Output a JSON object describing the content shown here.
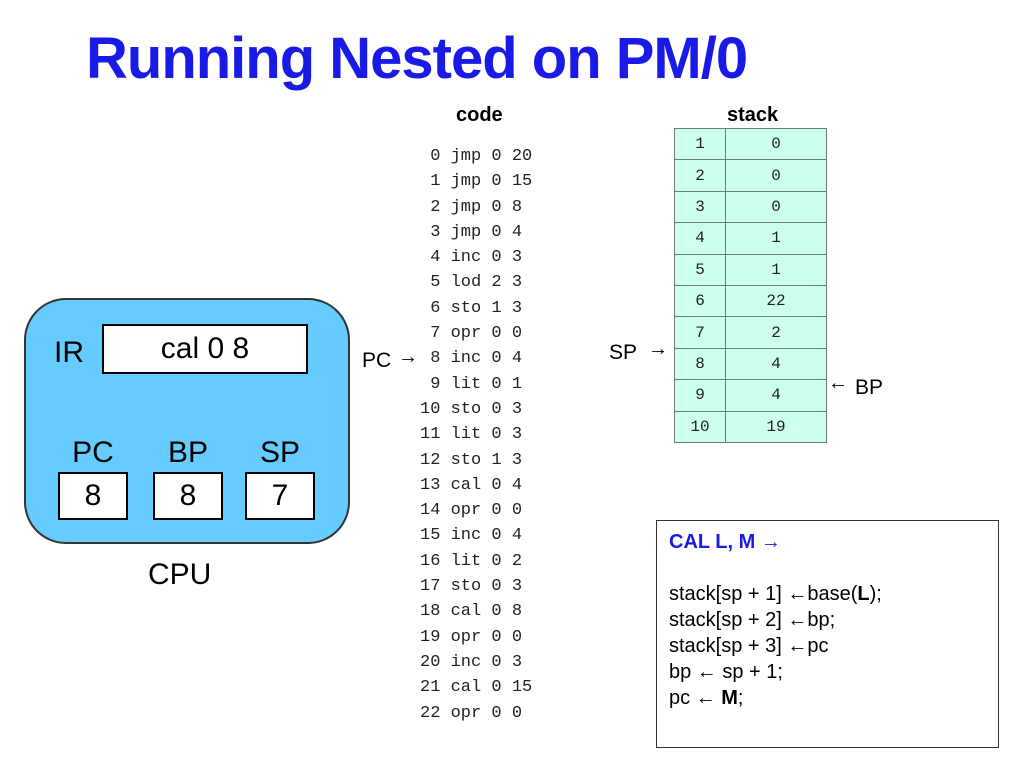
{
  "title": "Running Nested on PM/0",
  "code_header": "code",
  "stack_header": "stack",
  "code": [
    " 0 jmp 0 20",
    " 1 jmp 0 15",
    " 2 jmp 0 8",
    " 3 jmp 0 4",
    " 4 inc 0 3",
    " 5 lod 2 3",
    " 6 sto 1 3",
    " 7 opr 0 0",
    " 8 inc 0 4",
    " 9 lit 0 1",
    "10 sto 0 3",
    "11 lit 0 3",
    "12 sto 1 3",
    "13 cal 0 4",
    "14 opr 0 0",
    "15 inc 0 4",
    "16 lit 0 2",
    "17 sto 0 3",
    "18 cal 0 8",
    "19 opr 0 0",
    "20 inc 0 3",
    "21 cal 0 15",
    "22 opr 0 0"
  ],
  "stack": [
    {
      "index": "1",
      "value": "0"
    },
    {
      "index": "2",
      "value": "0"
    },
    {
      "index": "3",
      "value": "0"
    },
    {
      "index": "4",
      "value": "1"
    },
    {
      "index": "5",
      "value": "1"
    },
    {
      "index": "6",
      "value": "22"
    },
    {
      "index": "7",
      "value": "2"
    },
    {
      "index": "8",
      "value": "4"
    },
    {
      "index": "9",
      "value": "4"
    },
    {
      "index": "10",
      "value": "19"
    }
  ],
  "pointers": {
    "pc_label": "PC",
    "sp_label": "SP",
    "bp_label": "BP",
    "pc_arrow": "→",
    "sp_arrow": "→",
    "bp_arrow": "←"
  },
  "cpu": {
    "label": "CPU",
    "ir_label": "IR",
    "ir_value": "cal 0 8",
    "pc_label": "PC",
    "pc_value": "8",
    "bp_label": "BP",
    "bp_value": "8",
    "sp_label": "SP",
    "sp_value": "7",
    "fill_color": "#66ccff"
  },
  "note": {
    "header": "CAL   L, M →",
    "line1_a": "stack[sp + 1] ←base(",
    "line1_b": "L",
    "line1_c": ");",
    "line2": "stack[sp + 2] ←bp;",
    "line3": "stack[sp + 3] ←pc",
    "line4": "bp ← sp + 1;",
    "line5_a": "pc ← ",
    "line5_b": "M",
    "line5_c": ";"
  },
  "colors": {
    "title": "#1a1ae6",
    "stack_cell": "#ccffee",
    "cpu": "#66ccff"
  }
}
